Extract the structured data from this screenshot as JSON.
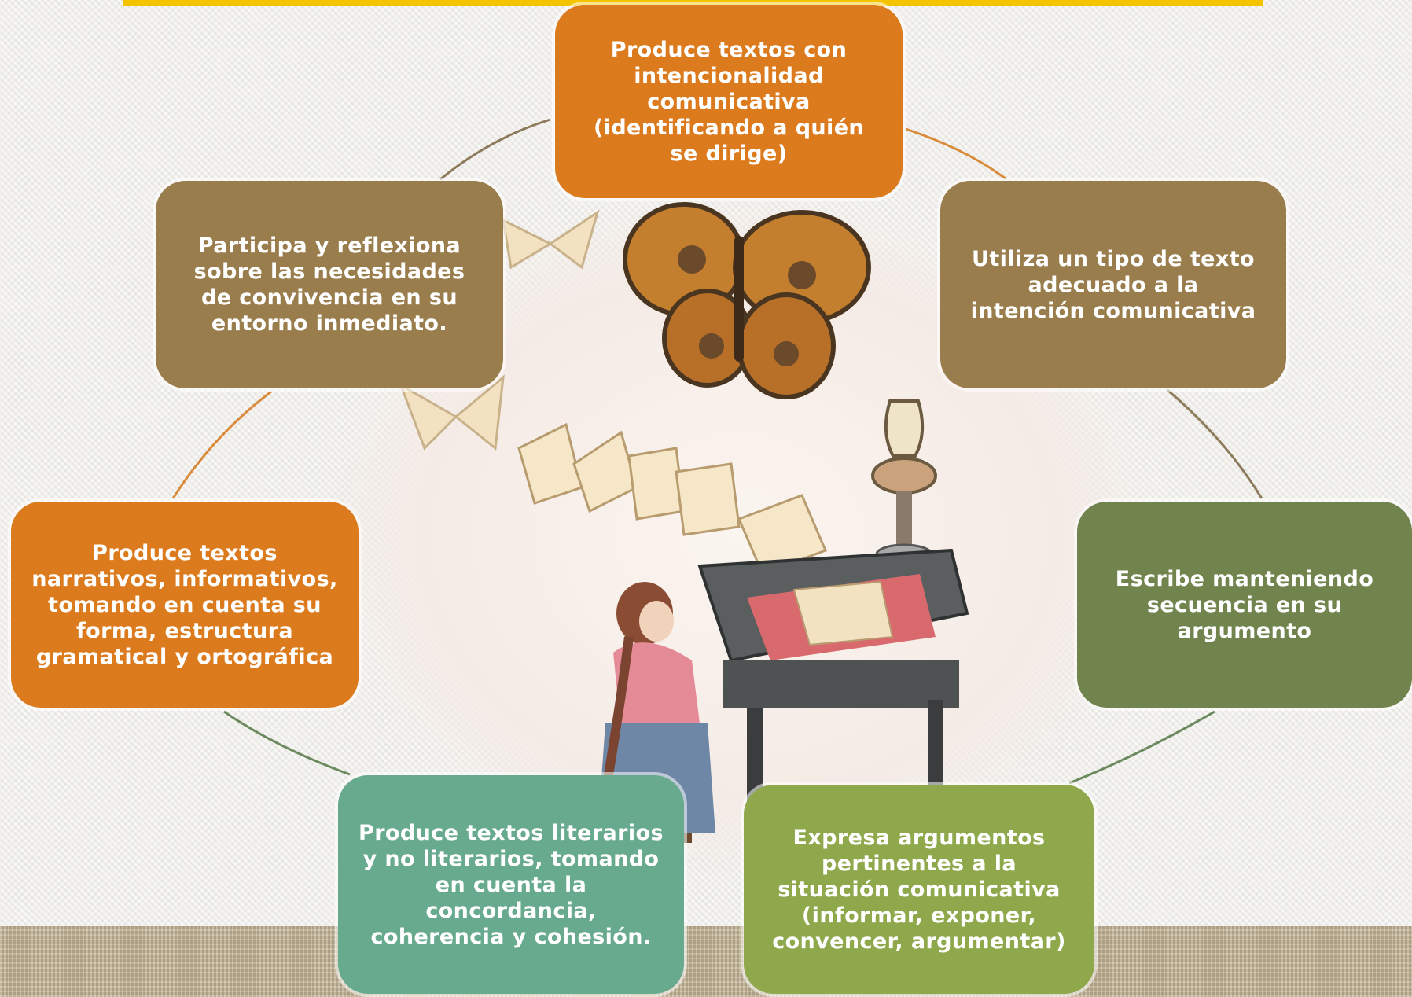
{
  "diagram": {
    "nodes": [
      {
        "id": "top",
        "text": "Produce textos con\nintencionalidad\ncomunicativa\n(identificando a quién\nse dirige)",
        "color": "#dc7b1d"
      },
      {
        "id": "upper-right",
        "text": "Utiliza un tipo de texto\nadecuado a la\nintención comunicativa",
        "color": "#9a7d4c"
      },
      {
        "id": "right",
        "text": "Escribe manteniendo\nsecuencia en su\nargumento",
        "color": "#72844e"
      },
      {
        "id": "bottom-right",
        "text": "Expresa argumentos\npertinentes a la\nsituación comunicativa\n(informar, exponer,\nconvencer, argumentar)",
        "color": "#8ea84b"
      },
      {
        "id": "bottom-left",
        "text": "Produce textos literarios\ny no literarios, tomando\nen cuenta la\nconcordancia,\ncoherencia y cohesión.",
        "color": "#68aa8e"
      },
      {
        "id": "left",
        "text": "Produce textos\nnarrativos, informativos,\ntomando en cuenta su\nforma, estructura\ngramatical y ortográfica",
        "color": "#dc7b1d"
      },
      {
        "id": "upper-left",
        "text": "Participa y reflexiona\nsobre las necesidades\nde convivencia en su\nentorno inmediato.",
        "color": "#9a7d4c"
      }
    ],
    "colors": {
      "accent_bar": "#f5c400",
      "connector_orange": "#d98a3a",
      "connector_brown": "#8c7a5a",
      "connector_green": "#6b8a5e"
    },
    "illustration": "girl-writing-at-desk-with-butterflies-and-flying-papers"
  }
}
